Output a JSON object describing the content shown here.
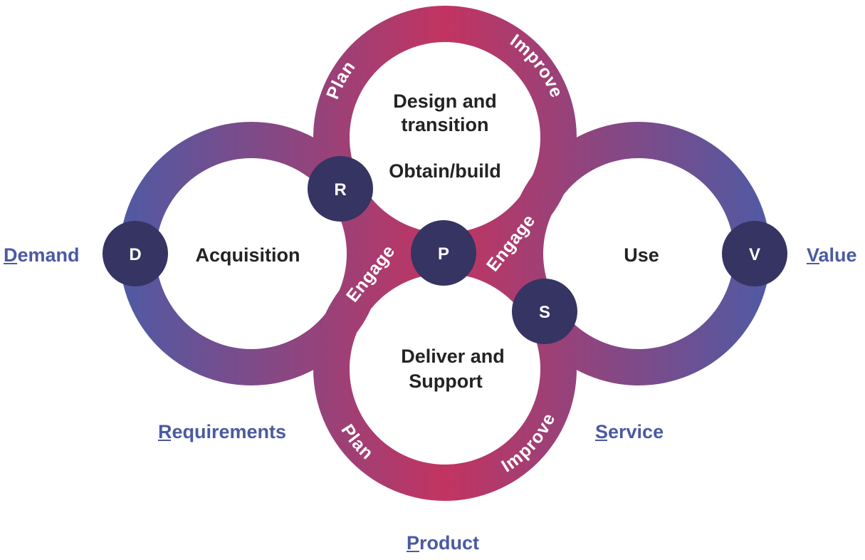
{
  "diagram": {
    "colors": {
      "edge": "#4f5aa4",
      "center": "#c23461",
      "node": "#363463",
      "stage_text": "#232323",
      "label_text": "#4a5aa2",
      "ring_text": "#ffffff"
    },
    "stages": {
      "acquisition": "Acquisition",
      "design_line1": "Design and",
      "design_line2": "transition",
      "obtain": "Obtain/build",
      "deliver_line1": "Deliver and",
      "deliver_line2": "Support",
      "use": "Use"
    },
    "ring_labels": {
      "top_plan": "Plan",
      "top_improve": "Improve",
      "bottom_plan": "Plan",
      "bottom_improve": "Improve",
      "engage_left": "Engage",
      "engage_right": "Engage"
    },
    "nodes": {
      "d": "D",
      "r": "R",
      "p": "P",
      "s": "S",
      "v": "V"
    },
    "outer_labels": {
      "demand": "Demand",
      "requirements": "Requirements",
      "product": "Product",
      "service": "Service",
      "value": "Value"
    }
  }
}
